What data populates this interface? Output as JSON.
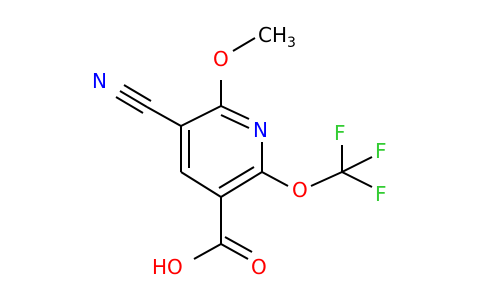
{
  "molecule": {
    "atoms": {
      "methyl": "CH",
      "methyl_sub": "3",
      "ether_o_top": "O",
      "ring_n": "N",
      "nitrile_n": "N",
      "ocf3_o": "O",
      "f1": "F",
      "f2": "F",
      "f3": "F",
      "carbonyl_o": "O",
      "hydroxyl": "HO"
    },
    "colors": {
      "bond": "#000000",
      "oxygen": "#ff0000",
      "nitrogen": "#0000ff",
      "fluorine": "#33cc33",
      "carbon": "#000000"
    }
  }
}
